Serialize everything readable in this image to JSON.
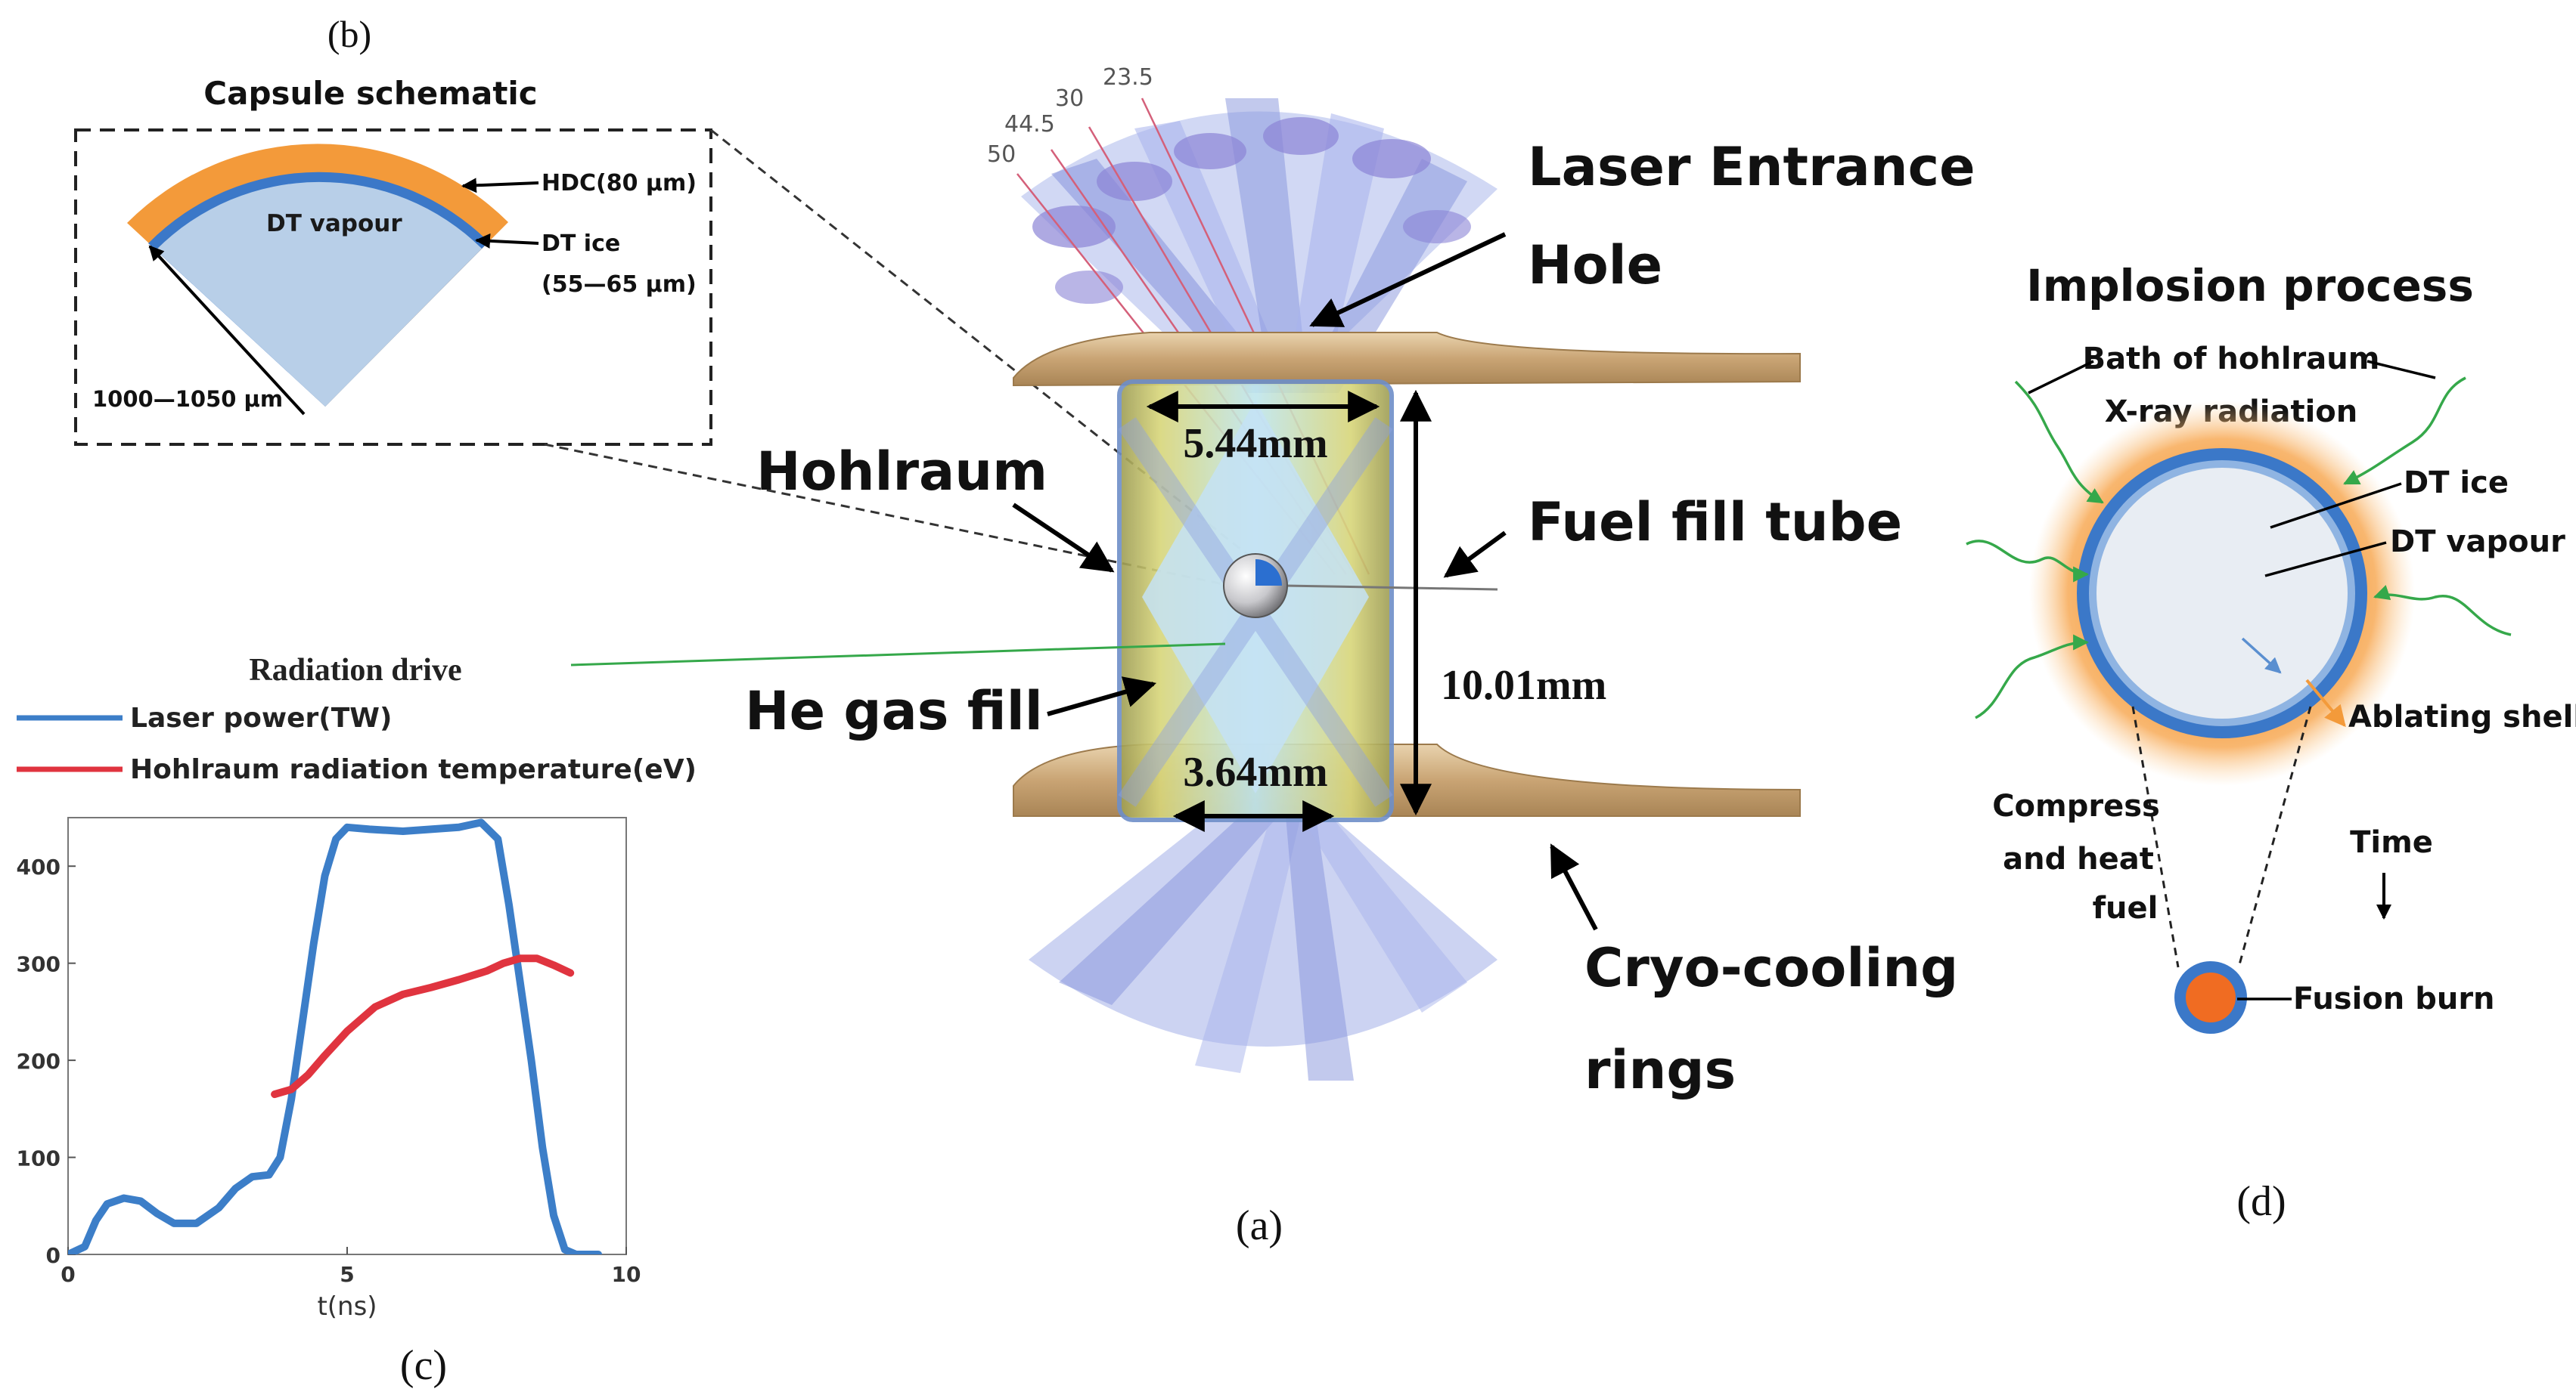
{
  "panel_labels": {
    "a": "(a)",
    "b": "(b)",
    "c": "(c)",
    "d": "(d)"
  },
  "capsule": {
    "title": "Capsule schematic",
    "hdc": "HDC(80 μm)",
    "vapour": "DT vapour",
    "ice": "DT ice",
    "ice_thickness": "(55—65 μm)",
    "radius": "1000—1050 μm"
  },
  "hohlraum": {
    "angles": [
      "23.5",
      "30",
      "44.5",
      "50"
    ],
    "leh_line1": "Laser Entrance",
    "leh_line2": "Hole",
    "hohlraum": "Hohlraum",
    "fuel_tube": "Fuel fill tube",
    "he_gas": "He gas fill",
    "diameter": "5.44mm",
    "height": "10.01mm",
    "leh_width": "3.64mm",
    "cryo_line1": "Cryo-cooling",
    "cryo_line2": "rings"
  },
  "implosion": {
    "title": "Implosion process",
    "bath_line1": "Bath of hohlraum",
    "bath_line2": "X-ray radiation",
    "ice": "DT ice",
    "vapour": "DT vapour",
    "ablating": "Ablating shell",
    "compress_line1": "Compress",
    "compress_line2": "and heat",
    "compress_line3": "fuel",
    "time": "Time",
    "burn": "Fusion burn"
  },
  "colors": {
    "laser": "#3c7ec8",
    "radiation": "#e0343f",
    "hdc": "#f39a3a",
    "ice": "#3b78c8",
    "vapour": "#b8cfe8",
    "glow": "#f59a3c",
    "xray": "#35a84a",
    "beam": "#9aa8e6",
    "gold": "#d8b98c"
  },
  "chart_data": {
    "type": "line",
    "title": "Radiation drive",
    "xlabel": "t(ns)",
    "ylabel": "",
    "xlim": [
      0,
      10
    ],
    "ylim": [
      0,
      450
    ],
    "xticks": [
      "0",
      "5",
      "10"
    ],
    "yticks": [
      "0",
      "100",
      "200",
      "300",
      "400"
    ],
    "grid": false,
    "legend_position": "top-left",
    "series": [
      {
        "name": "Laser power(TW)",
        "color": "#3c7ec8",
        "x": [
          0,
          0.3,
          0.5,
          0.7,
          1.0,
          1.3,
          1.6,
          1.9,
          2.3,
          2.7,
          3.0,
          3.3,
          3.6,
          3.8,
          4.0,
          4.2,
          4.4,
          4.6,
          4.8,
          5.0,
          5.4,
          6.0,
          6.5,
          7.0,
          7.4,
          7.7,
          7.9,
          8.1,
          8.3,
          8.5,
          8.7,
          8.9,
          9.1,
          9.3,
          9.5
        ],
        "y": [
          0,
          8,
          35,
          52,
          58,
          55,
          42,
          32,
          32,
          48,
          68,
          80,
          82,
          100,
          160,
          240,
          320,
          390,
          428,
          440,
          438,
          436,
          438,
          440,
          445,
          428,
          360,
          280,
          200,
          110,
          40,
          5,
          0,
          0,
          0
        ]
      },
      {
        "name": "Hohlraum radiation temperature(eV)",
        "color": "#e0343f",
        "x": [
          3.7,
          4.0,
          4.3,
          4.6,
          5.0,
          5.5,
          6.0,
          6.5,
          7.0,
          7.5,
          7.8,
          8.1,
          8.4,
          8.7,
          9.0
        ],
        "y": [
          165,
          170,
          185,
          205,
          230,
          255,
          268,
          275,
          283,
          292,
          300,
          305,
          305,
          298,
          290
        ]
      }
    ]
  }
}
